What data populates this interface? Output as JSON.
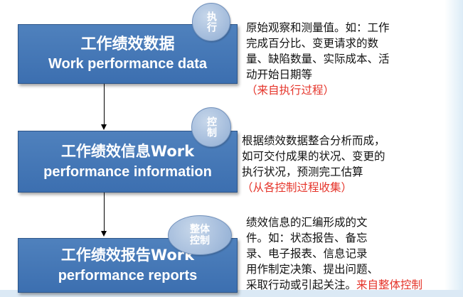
{
  "boxes": [
    {
      "zh": "工作绩效数据",
      "en": "Work performance data"
    },
    {
      "line1": "工作绩效信息Work",
      "line2": "performance information"
    },
    {
      "line1": "工作绩效报告Work",
      "line2": "performance reports"
    }
  ],
  "circles": [
    {
      "label": "执行"
    },
    {
      "label": "控制"
    },
    {
      "line1": "整体",
      "line2": "控制"
    }
  ],
  "descriptions": [
    {
      "lines": [
        "原始观察和测量值。如：工作",
        "完成百分比、变更请求的数",
        "量、缺陷数量、实际成本、活",
        "动开始日期等"
      ],
      "source": "（来自执行过程）"
    },
    {
      "lines": [
        "根据绩效数据整合分析而成，",
        "如可交付成果的状况、变更的",
        "执行状况，预测完工估算"
      ],
      "source": "（从各控制过程收集）"
    },
    {
      "lines": [
        "绩效信息的汇编形成的文",
        "件。如：状态报告、备忘",
        "录、电子报表、信息记录",
        "用作制定决策、提出问题、"
      ],
      "last_line": "采取行动或引起关注。",
      "source": "来自整体控制"
    }
  ],
  "colors": {
    "box_fill": "#4f81bd",
    "circle_fill": "#a9c0de",
    "source_text": "#e53329"
  }
}
